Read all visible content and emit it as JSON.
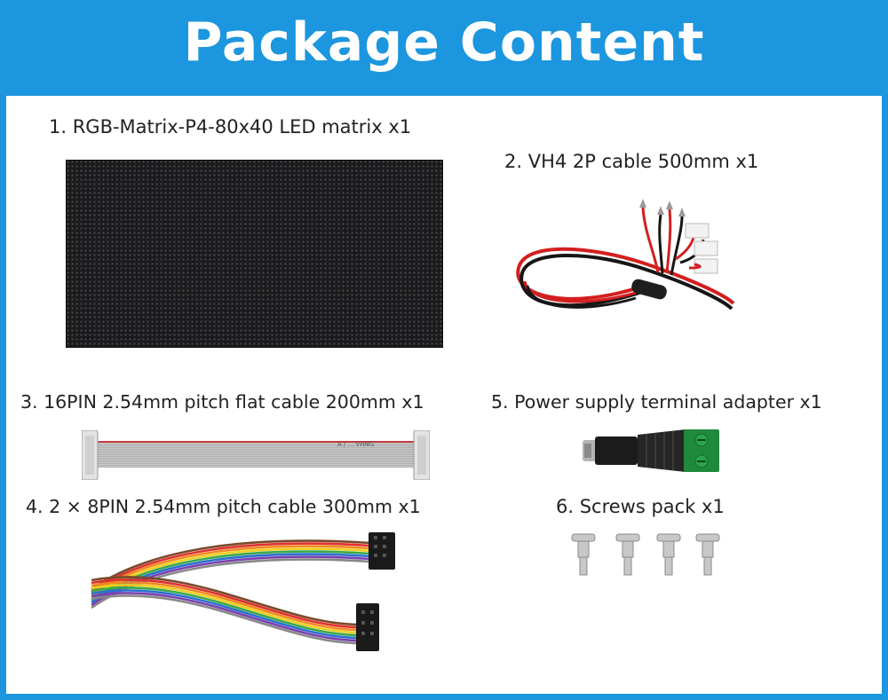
{
  "header": {
    "title": "Package Content"
  },
  "items": [
    {
      "label": "1. RGB-Matrix-P4-80x40 LED matrix x1"
    },
    {
      "label": "2. VH4 2P cable 500mm x1"
    },
    {
      "label": "3. 16PIN 2.54mm pitch flat cable 200mm x1"
    },
    {
      "label": "4. 2 × 8PIN 2.54mm pitch cable 300mm x1"
    },
    {
      "label": "5. Power supply terminal adapter x1"
    },
    {
      "label": "6. Screws pack x1"
    }
  ],
  "flat_cable_print": "A  /  ... VHNG",
  "colors": {
    "accent": "#1c96de",
    "title_text": "#ffffff"
  },
  "icons": [
    "led-matrix-panel",
    "vh4-power-cable",
    "flat-ribbon-cable",
    "rainbow-ribbon-cable",
    "dc-terminal-adapter",
    "screws"
  ]
}
